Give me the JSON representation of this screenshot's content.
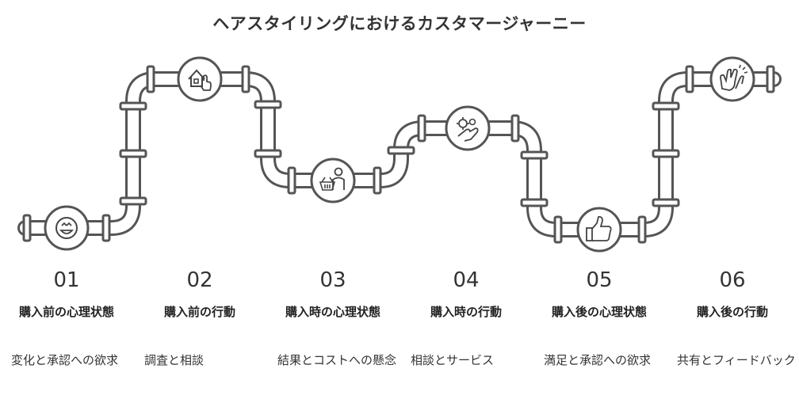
{
  "title": "ヘアスタイリングにおけるカスタマージャーニー",
  "stages": [
    {
      "number": "01",
      "heading": "購入前の心理状態",
      "description": "変化と承認への欲求",
      "icon": "smiling-face-icon"
    },
    {
      "number": "02",
      "heading": "購入前の行動",
      "description": "調査と相談",
      "icon": "house-tap-icon"
    },
    {
      "number": "03",
      "heading": "購入時の心理状態",
      "description": "結果とコストへの懸念",
      "icon": "shopping-basket-person-icon"
    },
    {
      "number": "04",
      "heading": "購入時の行動",
      "description": "相談とサービス",
      "icon": "hand-gears-icon"
    },
    {
      "number": "05",
      "heading": "購入後の心理状態",
      "description": "満足と承認への欲求",
      "icon": "thumbs-up-icon"
    },
    {
      "number": "06",
      "heading": "購入後の行動",
      "description": "共有とフィードバック",
      "icon": "clapping-hands-icon"
    }
  ],
  "colors": {
    "pipe": "#555555",
    "pipe_fill": "#ffffff",
    "text": "#333333"
  }
}
